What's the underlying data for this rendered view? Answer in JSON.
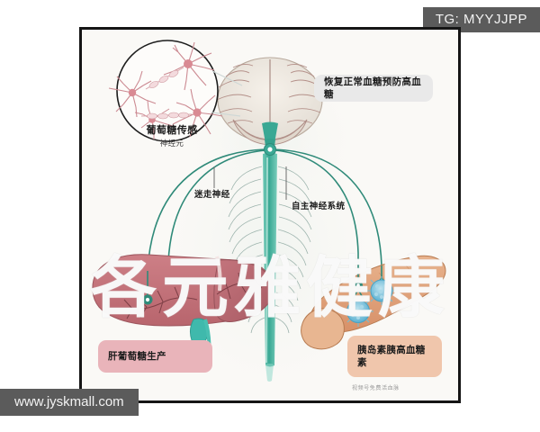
{
  "overlays": {
    "tg_tag": "TG: MYYJJPP",
    "site_tag": "www.jyskmall.com"
  },
  "diagram": {
    "title_chip": "恢复正常血糖预防高血糖",
    "inset": {
      "label_main": "葡萄糖传感",
      "label_sub": "神经元"
    },
    "nerve_labels": {
      "vagus": "迷走神经",
      "autonomic": "自主神经系统"
    },
    "organ_chips": {
      "liver": "肝葡萄糖生产",
      "pancreas": "胰岛素胰高血糖素"
    },
    "credit": "视频号免费活血脉",
    "watermark": "各元雅健康",
    "colors": {
      "nerve_green": "#2f8a79",
      "spine_teal": "#4dbaa7",
      "liver_red": "#c4737a",
      "pancreas_tan": "#e0a47e",
      "islet_blue": "#7fc4dd",
      "neuron_pink": "#d58b92",
      "chip_gray": "#e9e9e9",
      "chip_pink": "#e9b4ba",
      "chip_peach": "#f0c6ac",
      "frame_black": "#151515",
      "panel_bg": "#faf9f6",
      "tag_gray": "#5b5b5b"
    }
  }
}
